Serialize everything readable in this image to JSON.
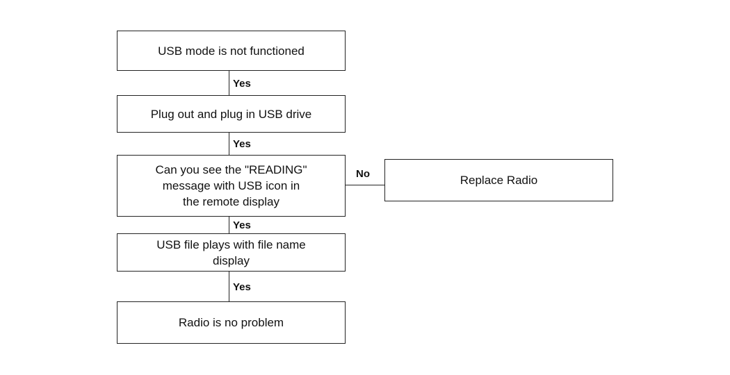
{
  "diagram": {
    "nodes": {
      "usb_not_functioned": "USB mode is not functioned",
      "plug_out_in": "Plug out and plug in USB drive",
      "reading_question": "Can you see the \"READING\"\nmessage with USB icon in\nthe remote display",
      "replace_radio": "Replace Radio",
      "file_plays": "USB file plays with file name\ndisplay",
      "no_problem": "Radio is no problem"
    },
    "edges": {
      "e1": "Yes",
      "e2": "Yes",
      "e3_no": "No",
      "e4": "Yes",
      "e5": "Yes"
    }
  }
}
